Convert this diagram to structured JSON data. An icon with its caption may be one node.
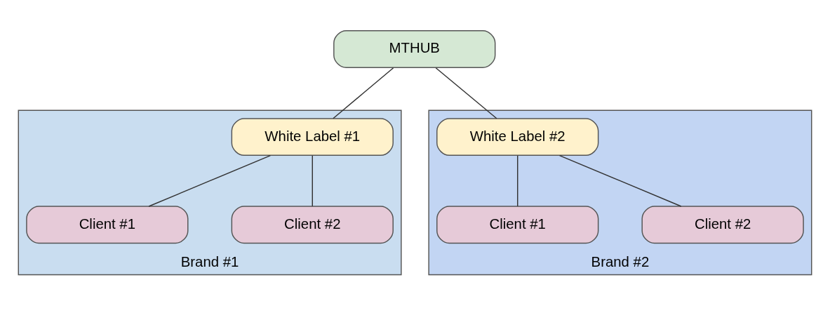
{
  "diagram": {
    "nodes": [
      {
        "text": [
          "MTHUB"
        ]
      },
      {
        "text": [
          "Brand #1"
        ]
      },
      {
        "text": [
          "White Label #1"
        ],
        "in": 1
      },
      {
        "text": [
          "Client #1"
        ],
        "in": 1
      },
      {
        "text": [
          "Client #2"
        ],
        "in": 1
      },
      {
        "text": [
          "Brand #2"
        ]
      },
      {
        "text": [
          "White Label #2"
        ],
        "in": 5
      },
      {
        "text": [
          "Client #1"
        ],
        "in": 5
      },
      {
        "text": [
          "Client #2"
        ],
        "in": 5
      }
    ],
    "edges": [
      {
        "from": 0,
        "to": 2,
        "arrow": "none"
      },
      {
        "from": 0,
        "to": 6,
        "arrow": "none"
      },
      {
        "from": 2,
        "to": 3,
        "arrow": "none"
      },
      {
        "from": 2,
        "to": 4,
        "arrow": "none"
      },
      {
        "from": 6,
        "to": 7,
        "arrow": "none"
      },
      {
        "from": 6,
        "to": 8,
        "arrow": "none"
      }
    ]
  }
}
